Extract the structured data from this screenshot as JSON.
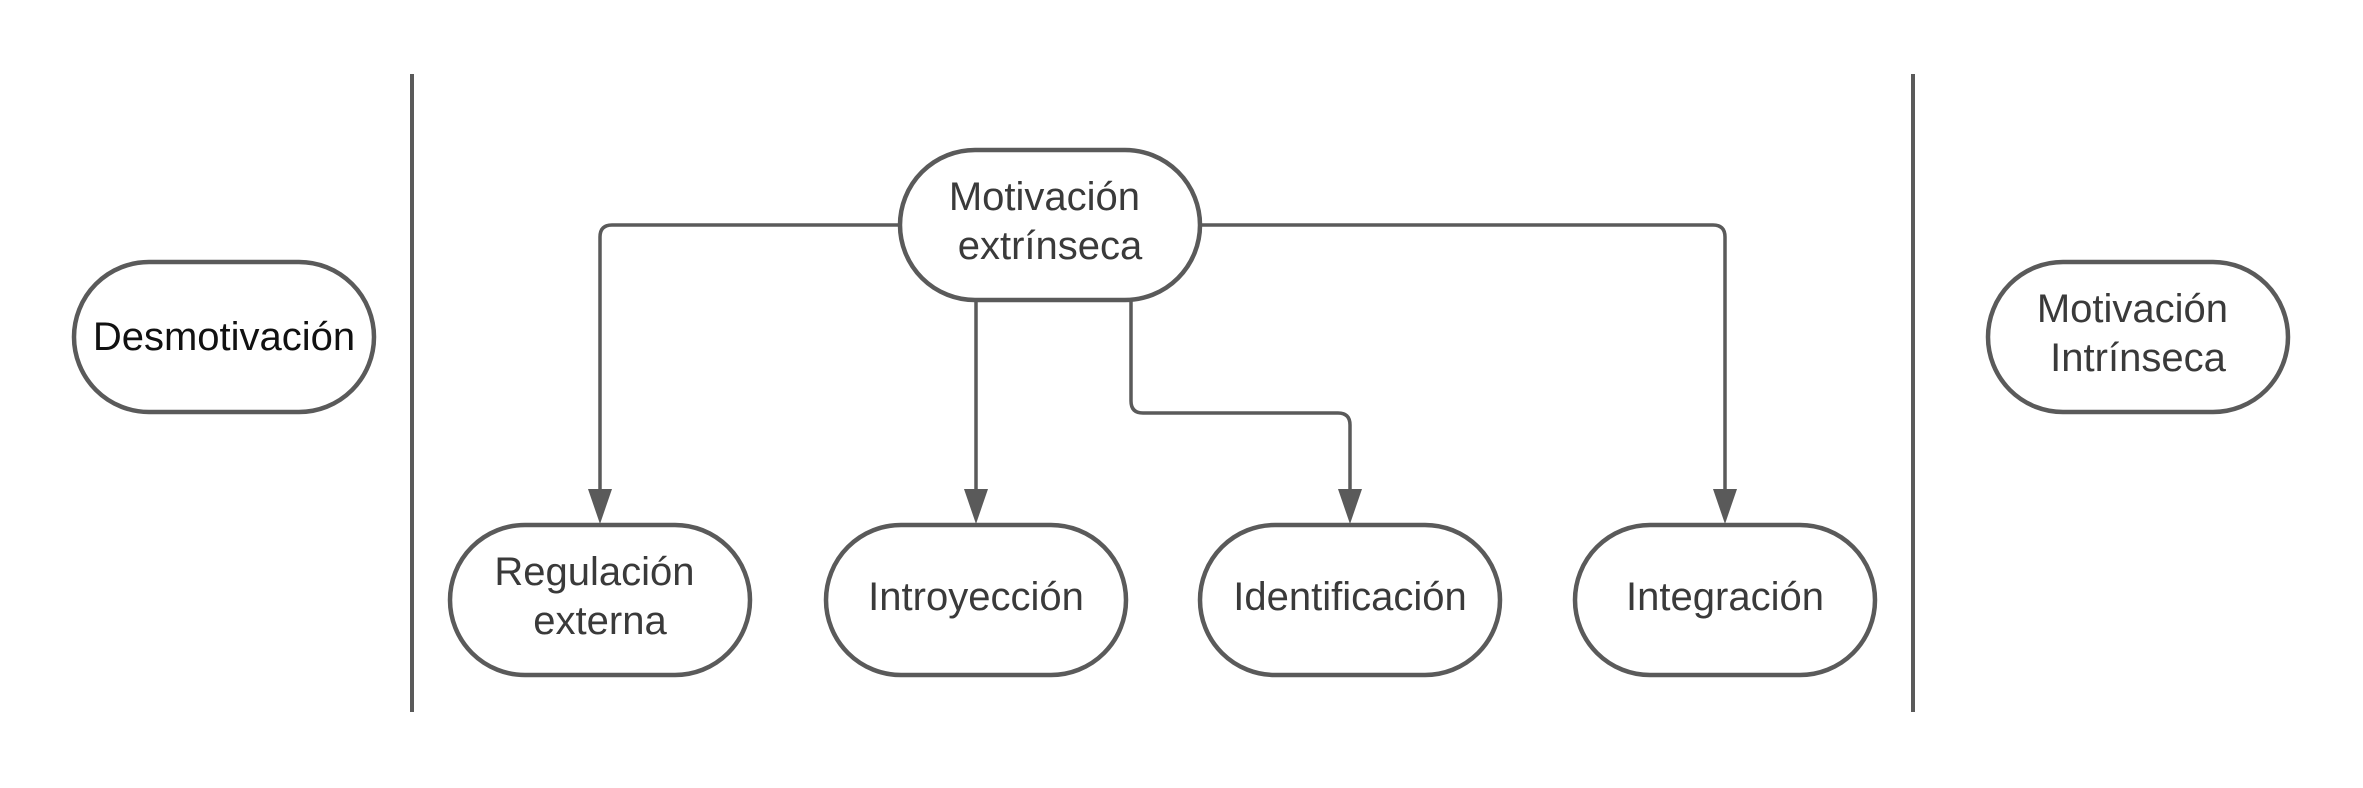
{
  "nodes": {
    "desmotivacion": {
      "lines": [
        "Desmotivación"
      ]
    },
    "motivacion_extrinseca": {
      "lines": [
        "Motivación",
        "extrínseca"
      ]
    },
    "motivacion_intrinseca": {
      "lines": [
        "Motivación",
        "Intrínseca"
      ]
    },
    "regulacion_externa": {
      "lines": [
        "Regulación",
        "externa"
      ]
    },
    "introyeccion": {
      "lines": [
        "Introyección"
      ]
    },
    "identificacion": {
      "lines": [
        "Identificación"
      ]
    },
    "integracion": {
      "lines": [
        "Integración"
      ]
    }
  },
  "colors": {
    "stroke": "#5a5a5a",
    "text": "#3a3a3a",
    "text_dark": "#111111",
    "background": "#ffffff"
  }
}
